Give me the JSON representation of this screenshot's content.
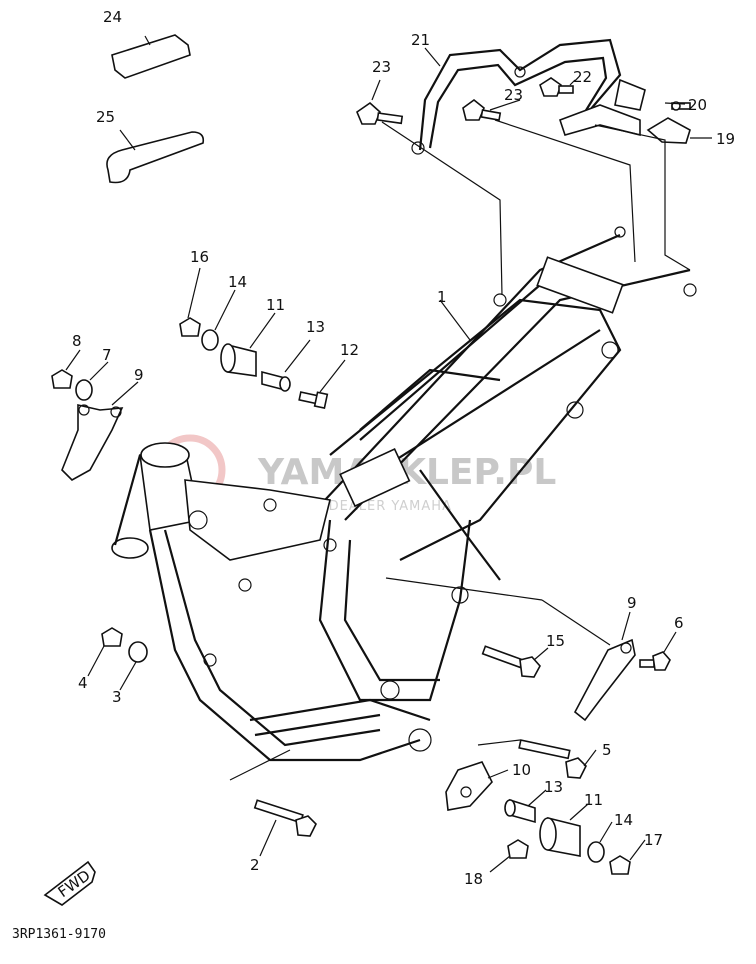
{
  "diagram": {
    "code": "3RP1361-9170",
    "fwd_label": "FWD",
    "watermark": {
      "text": "YAMASKLEP.PL",
      "sub": "UJ | CZ | DEALER YAMAHA"
    },
    "callouts": [
      "1",
      "2",
      "3",
      "4",
      "5",
      "6",
      "7",
      "8",
      "9",
      "9",
      "10",
      "11",
      "11",
      "12",
      "13",
      "13",
      "14",
      "14",
      "15",
      "16",
      "17",
      "18",
      "19",
      "20",
      "21",
      "22",
      "23",
      "23",
      "24",
      "25"
    ]
  }
}
